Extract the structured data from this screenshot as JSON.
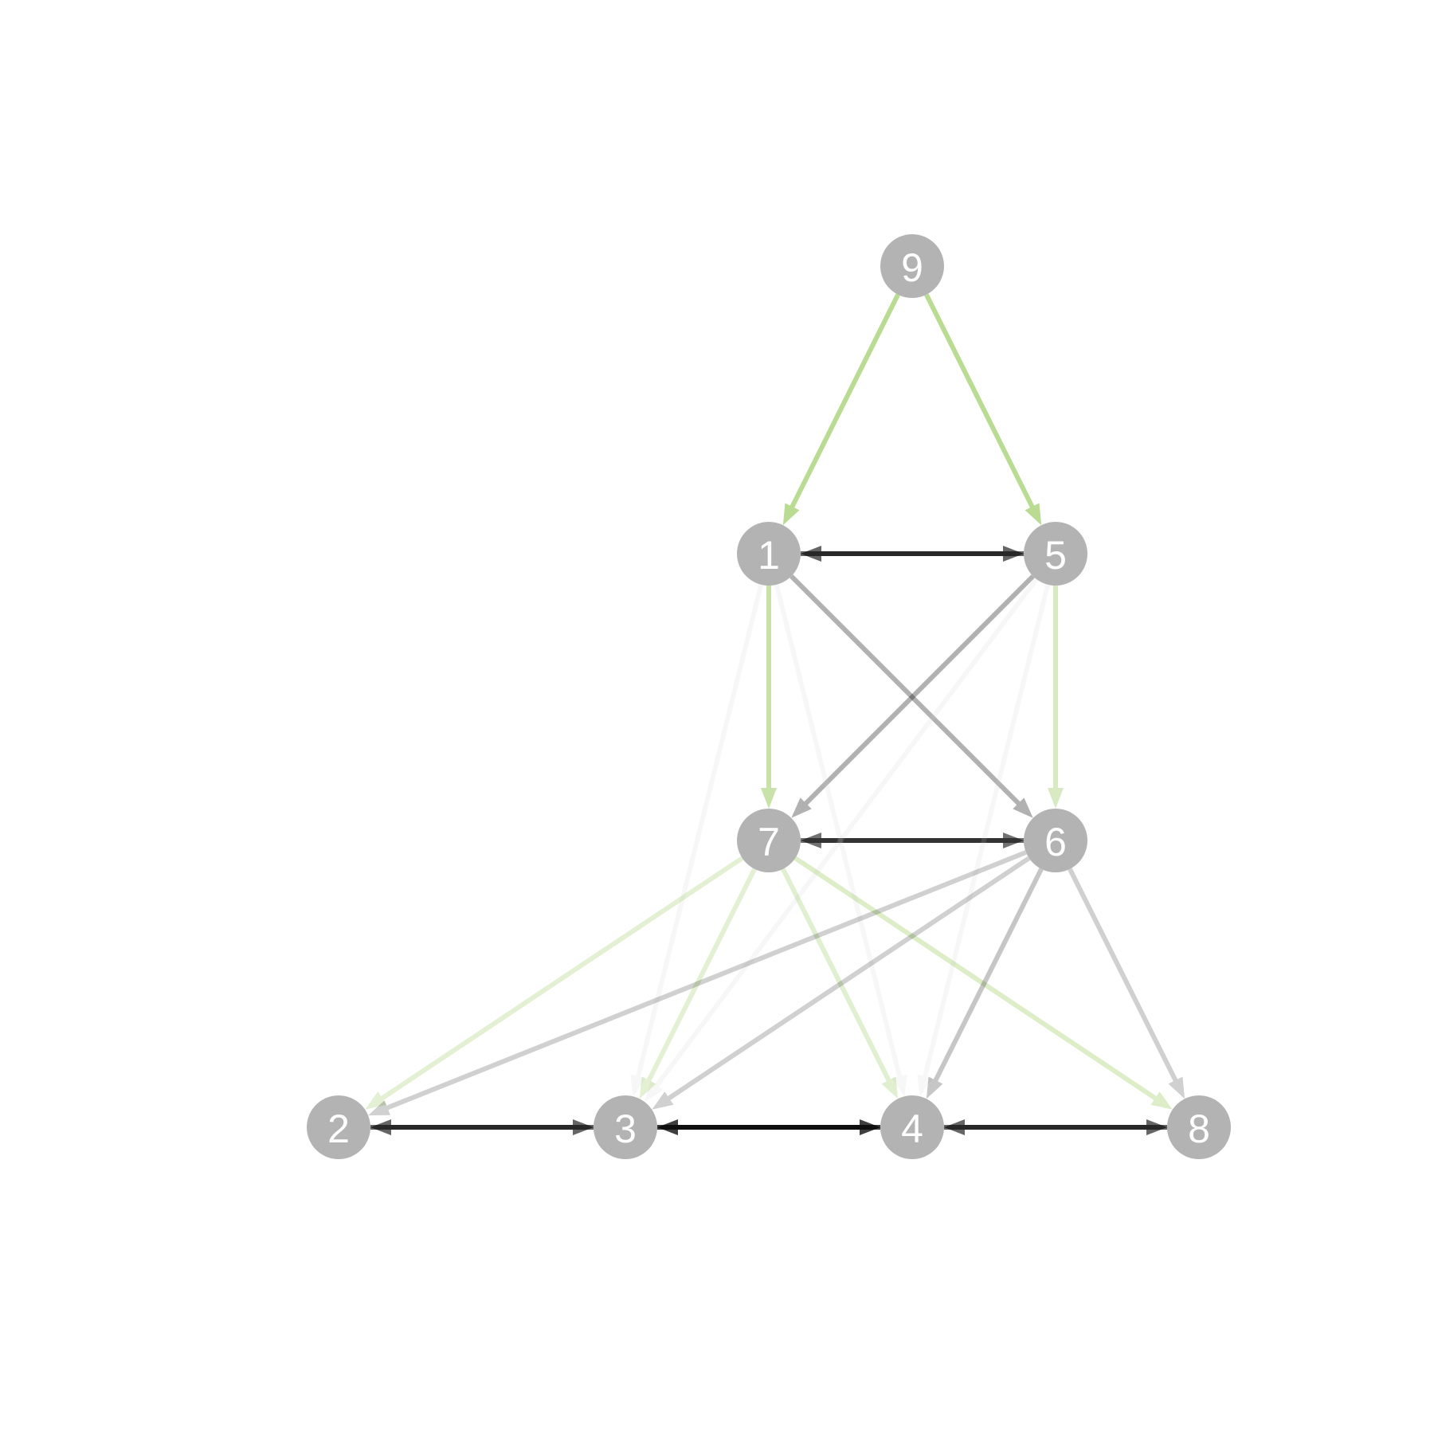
{
  "diagram": {
    "type": "directed-graph",
    "node_color": "#b3b3b3",
    "label_color": "#ffffff",
    "nodes": [
      {
        "id": "9",
        "label": "9"
      },
      {
        "id": "1",
        "label": "1"
      },
      {
        "id": "5",
        "label": "5"
      },
      {
        "id": "7",
        "label": "7"
      },
      {
        "id": "6",
        "label": "6"
      },
      {
        "id": "2",
        "label": "2"
      },
      {
        "id": "3",
        "label": "3"
      },
      {
        "id": "4",
        "label": "4"
      },
      {
        "id": "8",
        "label": "8"
      }
    ],
    "edges": [
      {
        "from": "9",
        "to": "1",
        "color": "#9ccc65",
        "strength": 0.7
      },
      {
        "from": "9",
        "to": "5",
        "color": "#9ccc65",
        "strength": 0.7
      },
      {
        "from": "1",
        "to": "5",
        "color": "#000000",
        "strength": 0.6
      },
      {
        "from": "5",
        "to": "1",
        "color": "#000000",
        "strength": 0.6
      },
      {
        "from": "1",
        "to": "7",
        "color": "#9ccc65",
        "strength": 0.55
      },
      {
        "from": "5",
        "to": "6",
        "color": "#9ccc65",
        "strength": 0.4
      },
      {
        "from": "1",
        "to": "6",
        "color": "#000000",
        "strength": 0.3
      },
      {
        "from": "5",
        "to": "7",
        "color": "#000000",
        "strength": 0.3
      },
      {
        "from": "7",
        "to": "6",
        "color": "#000000",
        "strength": 0.55
      },
      {
        "from": "6",
        "to": "7",
        "color": "#000000",
        "strength": 0.55
      },
      {
        "from": "1",
        "to": "3",
        "color": "#cccccc",
        "strength": 0.15
      },
      {
        "from": "1",
        "to": "4",
        "color": "#cccccc",
        "strength": 0.15
      },
      {
        "from": "5",
        "to": "3",
        "color": "#cccccc",
        "strength": 0.15
      },
      {
        "from": "5",
        "to": "4",
        "color": "#cccccc",
        "strength": 0.15
      },
      {
        "from": "7",
        "to": "2",
        "color": "#9ccc65",
        "strength": 0.28
      },
      {
        "from": "7",
        "to": "3",
        "color": "#9ccc65",
        "strength": 0.28
      },
      {
        "from": "7",
        "to": "4",
        "color": "#9ccc65",
        "strength": 0.3
      },
      {
        "from": "7",
        "to": "8",
        "color": "#9ccc65",
        "strength": 0.35
      },
      {
        "from": "6",
        "to": "2",
        "color": "#000000",
        "strength": 0.18
      },
      {
        "from": "6",
        "to": "3",
        "color": "#000000",
        "strength": 0.18
      },
      {
        "from": "6",
        "to": "4",
        "color": "#000000",
        "strength": 0.22
      },
      {
        "from": "6",
        "to": "8",
        "color": "#000000",
        "strength": 0.18
      },
      {
        "from": "2",
        "to": "3",
        "color": "#000000",
        "strength": 0.6
      },
      {
        "from": "3",
        "to": "2",
        "color": "#000000",
        "strength": 0.6
      },
      {
        "from": "3",
        "to": "4",
        "color": "#000000",
        "strength": 0.75
      },
      {
        "from": "4",
        "to": "3",
        "color": "#000000",
        "strength": 0.75
      },
      {
        "from": "4",
        "to": "8",
        "color": "#000000",
        "strength": 0.6
      },
      {
        "from": "8",
        "to": "4",
        "color": "#000000",
        "strength": 0.6
      }
    ]
  }
}
